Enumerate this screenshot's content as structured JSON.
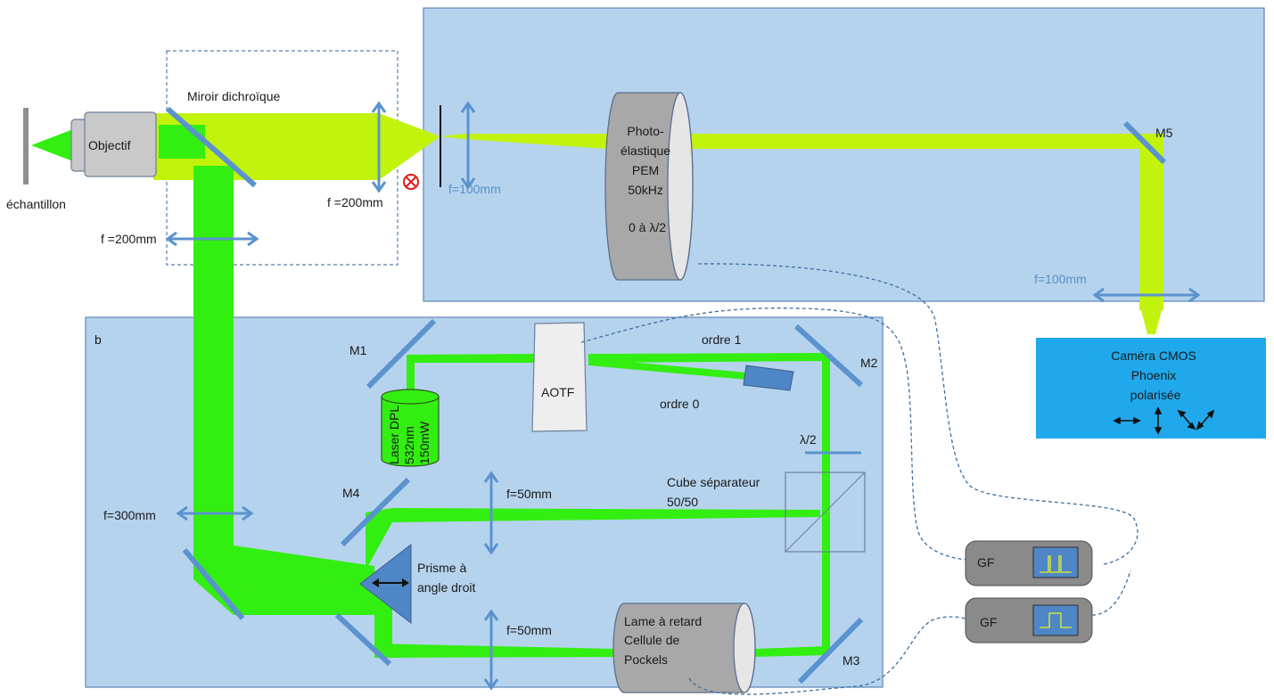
{
  "panel_b_label": "b",
  "labels": {
    "sample": "échantillon",
    "objective": "Objectif",
    "dichroic_mirror": "Miroir dichroïque",
    "lens_f200_top": "f =200mm",
    "lens_f200_left": "f =200mm",
    "lens_f100_pinhole": "f=100mm",
    "lens_f100_camera": "f=100mm",
    "lens_f300": "f=300mm",
    "lens_f50_top": "f=50mm",
    "lens_f50_bottom": "f=50mm",
    "mirrors": [
      "M1",
      "M2",
      "M3",
      "M4",
      "M5"
    ],
    "pem_lines": [
      "Photo-",
      "élastique",
      "PEM",
      "50kHz",
      "",
      "0 à λ/2"
    ],
    "camera_lines": [
      "Caméra CMOS",
      "Phoenix",
      "polarisée"
    ],
    "aotf": "AOTF",
    "order1": "ordre 1",
    "order0": "ordre 0",
    "laser_lines": [
      "Laser DPL",
      "532nm",
      "150mW"
    ],
    "half_wave": "λ/2",
    "beam_splitter_lines": [
      "Cube séparateur",
      "50/50"
    ],
    "prism_lines": [
      "Prisme à",
      "angle droit"
    ],
    "retarder_lines": [
      "Lame à retard",
      "Cellule de",
      "Pockels"
    ],
    "gf_top": "GF",
    "gf_bottom": "GF"
  },
  "colors": {
    "green_beam": "#33ee11",
    "yellow_beam": "#c1f30c",
    "panel_fill": "#b6d3ee",
    "component_blue": "#5b93cf",
    "camera_fill": "#1fa9ec",
    "gf_fill": "#8a8a8a"
  }
}
